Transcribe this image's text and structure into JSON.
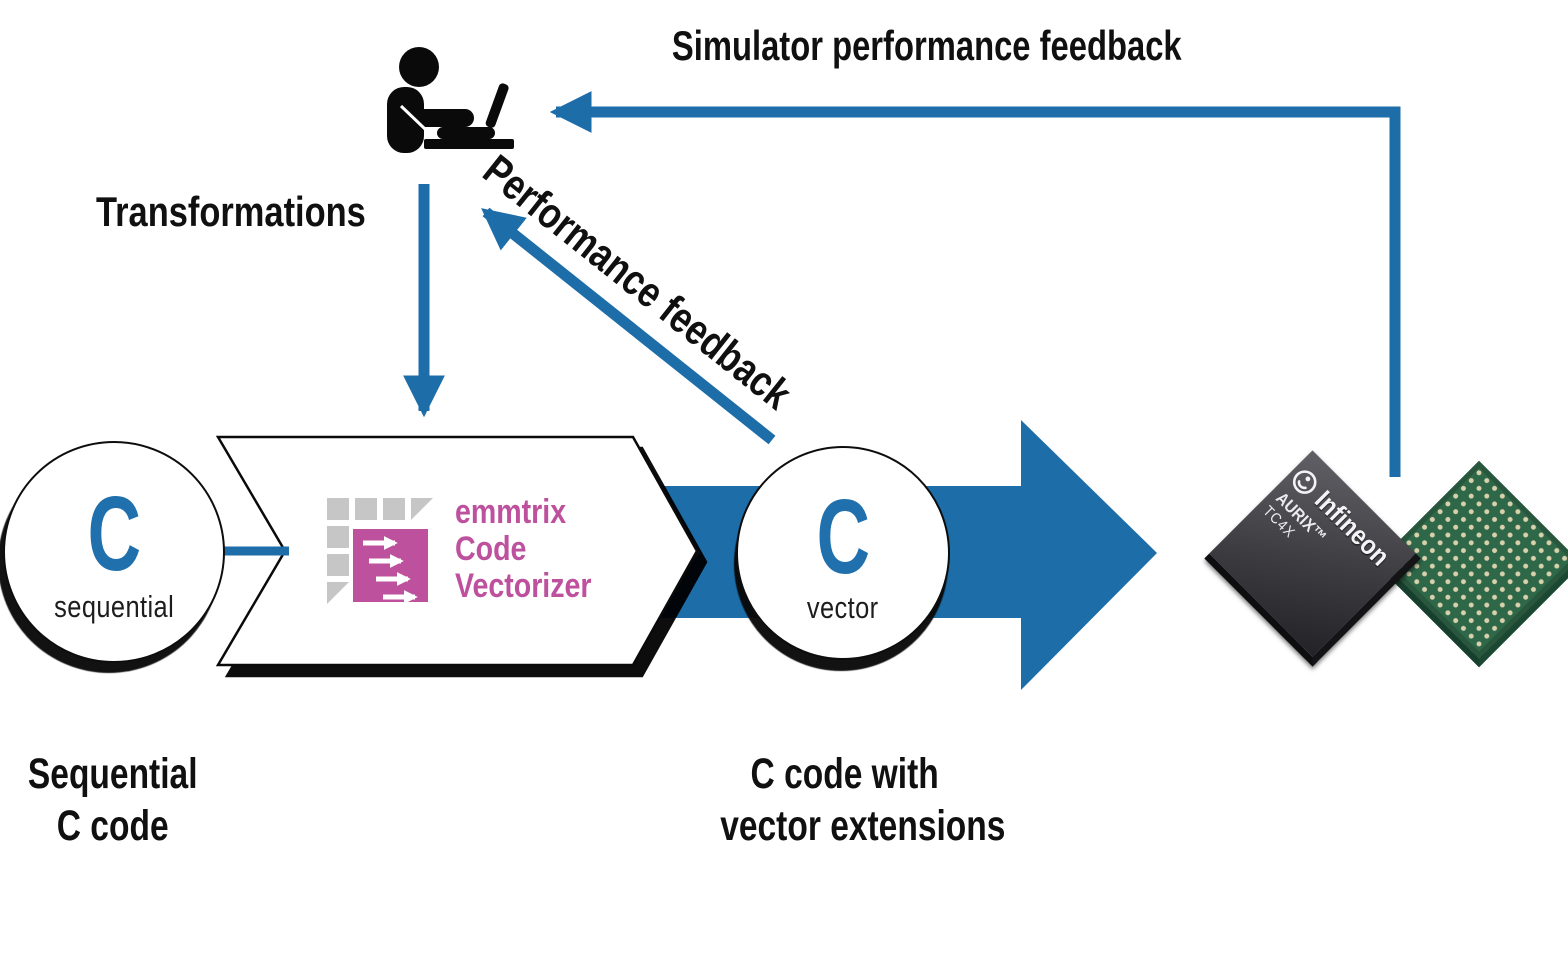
{
  "labels": {
    "simulator_feedback": "Simulator performance feedback",
    "transformations": "Transformations",
    "performance_feedback": "Performance feedback",
    "left_caption_line1": "Sequential",
    "left_caption_line2": "C code",
    "right_caption_line1": "C code with",
    "right_caption_line2": "vector extensions"
  },
  "sequential_circle": {
    "letter": "C",
    "label": "sequential"
  },
  "vector_circle": {
    "letter": "C",
    "label": "vector"
  },
  "emmtrix_logo": {
    "line1": "emmtrix",
    "line2": "Code",
    "line3": "Vectorizer"
  },
  "chip": {
    "brand": "Infineon",
    "family": "AURIX™",
    "model": "TC4X"
  },
  "colors": {
    "arrow_blue": "#1C6DA8",
    "c_blue": "#2070AD",
    "emmtrix_magenta": "#BE519E",
    "logo_gray": "#C6C6C6",
    "chip_dark": "#3C3C41",
    "pcb_green": "#2F6749"
  }
}
